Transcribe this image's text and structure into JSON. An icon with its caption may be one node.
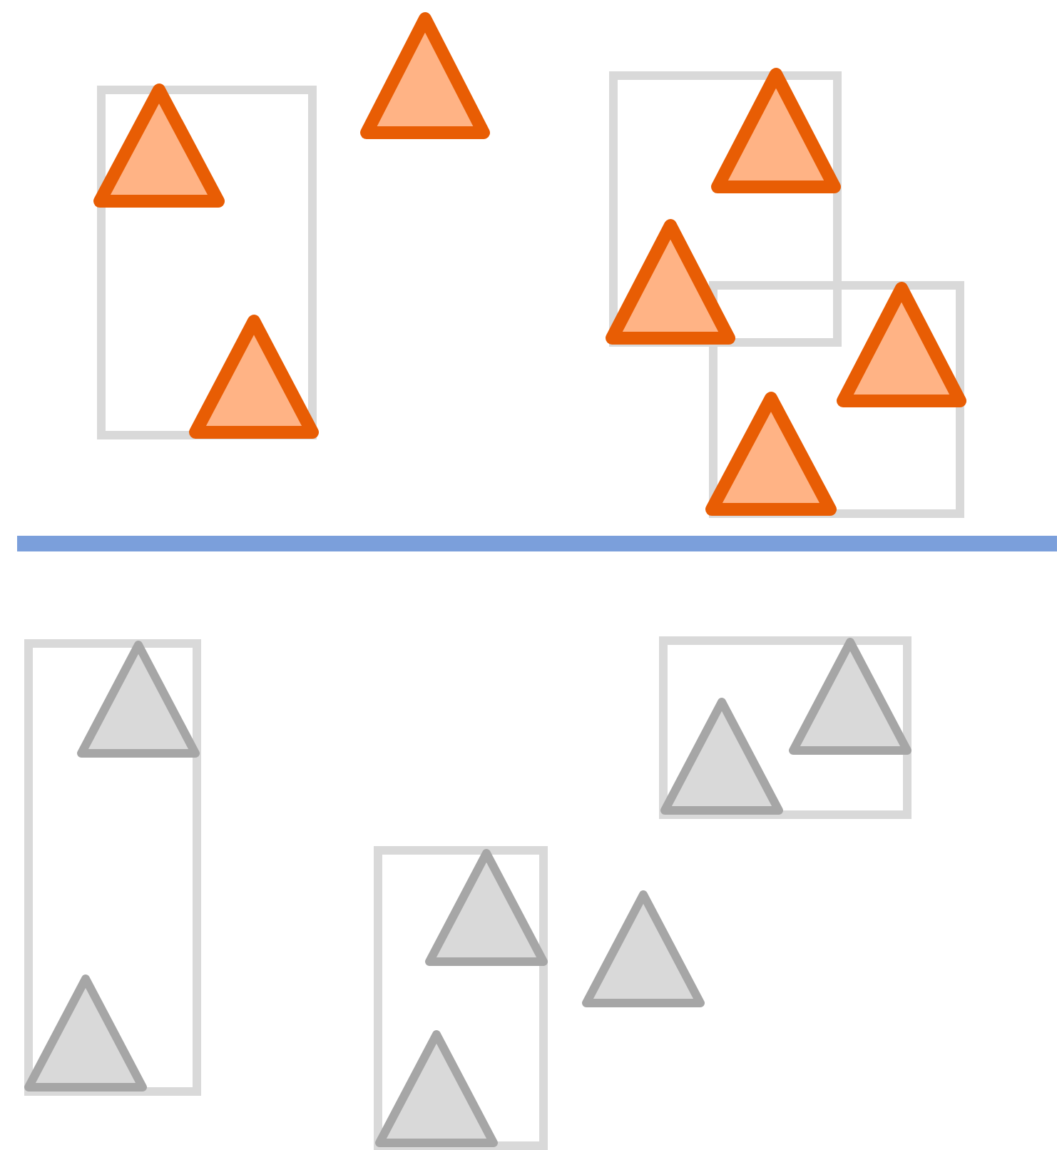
{
  "diagram": {
    "nodes": [
      {
        "text": [],
        "shape": "box"
      },
      {
        "text": [],
        "shape": "triangle",
        "in": 0
      },
      {
        "text": [],
        "shape": "triangle",
        "in": 0
      },
      {
        "text": [],
        "shape": "triangle"
      },
      {
        "text": [],
        "shape": "box"
      },
      {
        "text": [],
        "shape": "triangle",
        "in": 4
      },
      {
        "text": [],
        "shape": "triangle",
        "in": 4
      },
      {
        "text": [],
        "shape": "box"
      },
      {
        "text": [],
        "shape": "triangle",
        "in": 7
      },
      {
        "text": [],
        "shape": "triangle",
        "in": 7
      },
      {
        "text": [],
        "shape": "box"
      },
      {
        "text": [],
        "shape": "triangle",
        "in": 10
      },
      {
        "text": [],
        "shape": "triangle",
        "in": 10
      },
      {
        "text": [],
        "shape": "box"
      },
      {
        "text": [],
        "shape": "triangle",
        "in": 13
      },
      {
        "text": [],
        "shape": "triangle",
        "in": 13
      },
      {
        "text": [],
        "shape": "triangle"
      },
      {
        "text": [],
        "shape": "box"
      },
      {
        "text": [],
        "shape": "triangle",
        "in": 17
      },
      {
        "text": [],
        "shape": "triangle",
        "in": 17
      }
    ]
  }
}
